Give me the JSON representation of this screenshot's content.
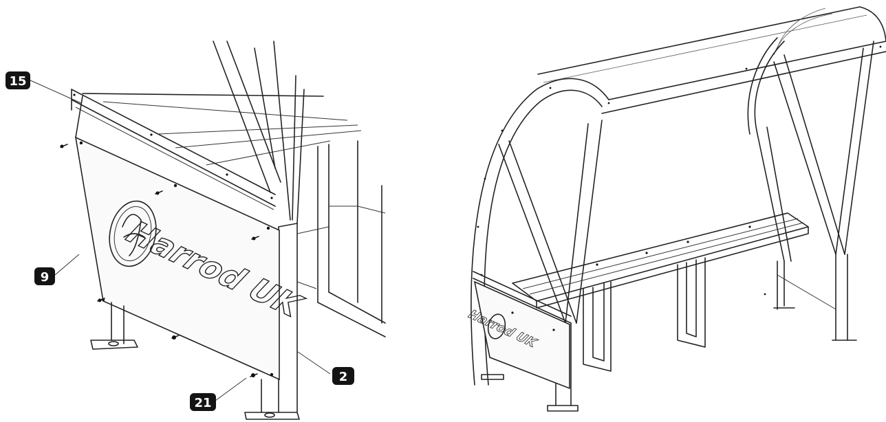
{
  "callouts": [
    {
      "id": "15",
      "label": "15"
    },
    {
      "id": "9",
      "label": "9"
    },
    {
      "id": "2",
      "label": "2"
    },
    {
      "id": "21",
      "label": "21"
    }
  ],
  "panel_logo_text": "Harrod UK",
  "shelter_logo_text": "Harrod UK"
}
